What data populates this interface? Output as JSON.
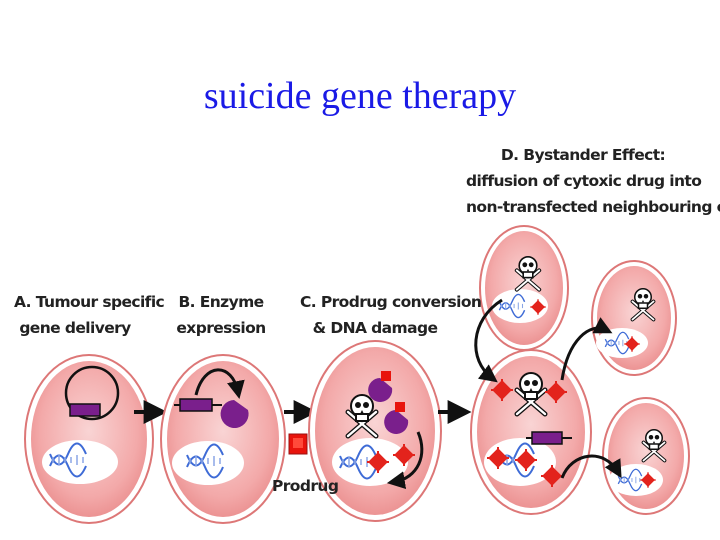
{
  "title": "suicide gene therapy",
  "labels": {
    "a_line1": "A. Tumour specific",
    "a_line2": "gene delivery",
    "b_line1": "B. Enzyme",
    "b_line2": "expression",
    "c_line1": "C. Prodrug conversion",
    "c_line2": "& DNA damage",
    "d_line1": "D. Bystander Effect:",
    "d_line2": "diffusion of cytoxic drug into",
    "d_line3": "non-transfected neighbouring cells",
    "prodrug": "Prodrug"
  },
  "colors": {
    "title": "#1a1ae6",
    "cell_fill": "#f3a9a9",
    "cell_inner": "#f7c6c6",
    "cell_edge": "#c95b5b",
    "gene": "#7a1f8c",
    "prodrug": "#e8140c",
    "drug": "#e3231c",
    "arrow": "#111111"
  },
  "icons": [
    "plasmid-icon",
    "enzyme-icon",
    "prodrug-square-icon",
    "skull-crossbones-icon",
    "dna-helix-icon",
    "cytotoxic-drug-icon",
    "curved-arrow-icon",
    "step-arrow-icon"
  ]
}
